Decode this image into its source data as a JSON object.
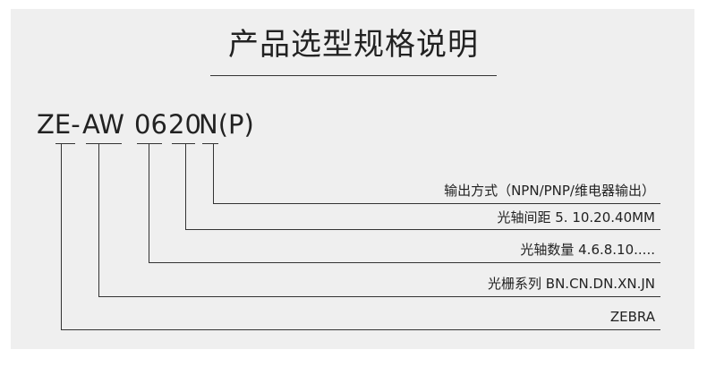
{
  "title": "产品选型规格说明",
  "model_code": {
    "part1": "ZE-",
    "part2": "AW",
    "part3": "06",
    "part4": "20",
    "part5": "N(P)"
  },
  "legend": {
    "output": "输出方式（NPN/PNP/维电器输出）",
    "spacing": "光轴间距 5. 10.20.40MM",
    "count": "光轴数量 4.6.8.10.....",
    "series": "光栅系列 BN.CN.DN.XN.JN",
    "brand": "ZEBRA"
  }
}
